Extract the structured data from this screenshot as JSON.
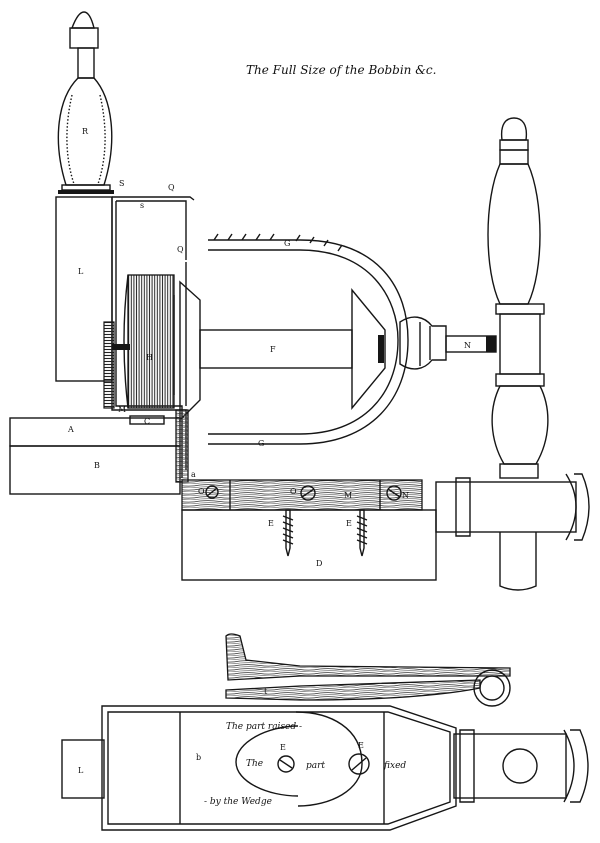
{
  "title": "The Full Size of the Bobbin &c.",
  "labels": {
    "R": "R",
    "S": "S",
    "Q_top": "Q",
    "s_small": "s",
    "Q_side": "Q",
    "L": "L",
    "G_top": "G",
    "G_bottom": "G",
    "H": "H",
    "F": "F",
    "N": "N",
    "A": "A",
    "B": "B",
    "C": "C",
    "M_small": "M",
    "a_small": "a",
    "O_left": "O",
    "O_mid": "O",
    "M_plate": "M",
    "N_plate": "N",
    "E_left": "E",
    "E_right": "E",
    "D": "D"
  },
  "lower": {
    "t_small": "t",
    "L": "L",
    "b_small": "b",
    "E_left": "E",
    "E_right": "E",
    "text_part_raised": "The part raised -",
    "text_the": "The",
    "text_part": "part",
    "text_fixed": "fixed",
    "text_by_wedge": "- by the Wedge"
  }
}
